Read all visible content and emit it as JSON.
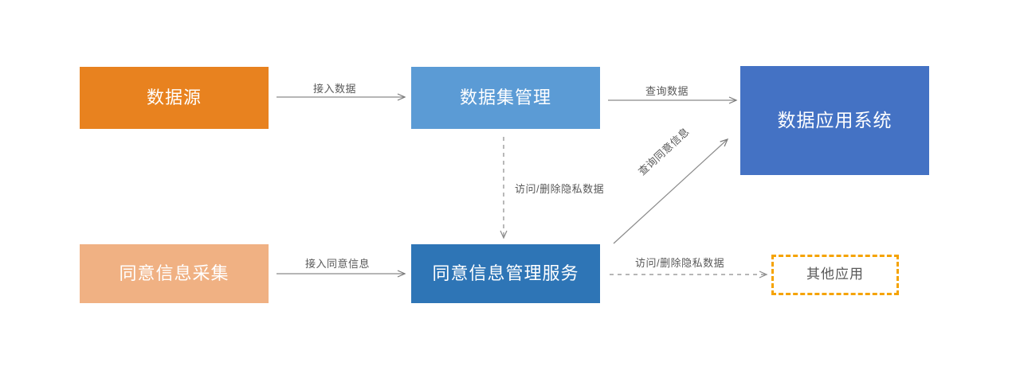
{
  "diagram": {
    "title": "",
    "background": "#ffffff",
    "nodes": [
      {
        "id": "data-source",
        "label": "数据源",
        "fill": "#E8821F",
        "text_color": "#ffffff",
        "style": "solid"
      },
      {
        "id": "dataset-mgmt",
        "label": "数据集管理",
        "fill": "#5B9BD5",
        "text_color": "#ffffff",
        "style": "solid"
      },
      {
        "id": "data-app-system",
        "label": "数据应用系统",
        "fill": "#4472C4",
        "text_color": "#ffffff",
        "style": "solid"
      },
      {
        "id": "consent-collect",
        "label": "同意信息采集",
        "fill": "#F0B183",
        "text_color": "#ffffff",
        "style": "solid"
      },
      {
        "id": "consent-service",
        "label": "同意信息管理服务",
        "fill": "#2E75B6",
        "text_color": "#ffffff",
        "style": "solid"
      },
      {
        "id": "other-apps",
        "label": "其他应用",
        "fill": "#ffffff",
        "text_color": "#595959",
        "style": "dashed",
        "border_color": "#F5A300"
      }
    ],
    "edges": [
      {
        "id": "ingest-data",
        "label": "接入数据",
        "from": "data-source",
        "to": "dataset-mgmt",
        "style": "solid",
        "direction": "right"
      },
      {
        "id": "query-data",
        "label": "查询数据",
        "from": "dataset-mgmt",
        "to": "data-app-system",
        "style": "solid",
        "direction": "right"
      },
      {
        "id": "access-delete-vertical",
        "label": "访问/删除隐私数据",
        "from": "dataset-mgmt",
        "to": "consent-service",
        "style": "dashed",
        "direction": "down"
      },
      {
        "id": "query-consent",
        "label": "查询同意信息",
        "from": "consent-service",
        "to": "data-app-system",
        "style": "solid",
        "direction": "up-right"
      },
      {
        "id": "ingest-consent",
        "label": "接入同意信息",
        "from": "consent-collect",
        "to": "consent-service",
        "style": "solid",
        "direction": "right"
      },
      {
        "id": "access-delete-horizontal",
        "label": "访问/删除隐私数据",
        "from": "consent-service",
        "to": "other-apps",
        "style": "dashed",
        "direction": "right"
      }
    ],
    "edge_color": "#808080"
  }
}
